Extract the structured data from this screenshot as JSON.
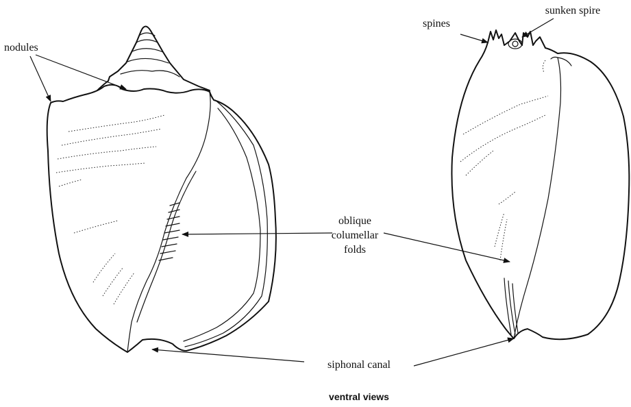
{
  "labels": {
    "nodules": "nodules",
    "spines": "spines",
    "sunken_spire": "sunken spire",
    "oblique_1": "oblique",
    "oblique_2": "columellar",
    "oblique_3": "folds",
    "siphonal_canal": "siphonal canal"
  },
  "caption": "ventral views",
  "colors": {
    "ink": "#111111",
    "background": "#ffffff"
  }
}
